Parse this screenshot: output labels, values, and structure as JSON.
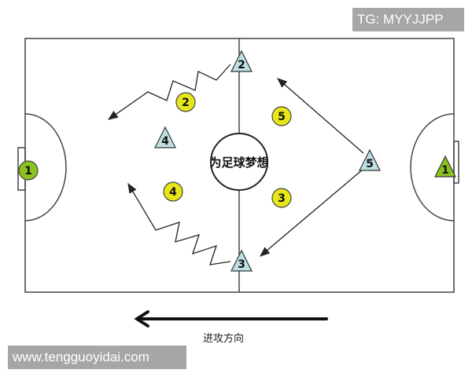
{
  "watermark_top": "TG: MYYJJPP",
  "watermark_bottom": "www.tengguoyidai.com",
  "direction_label": "进攻方向",
  "logo_text": "为足球梦想",
  "colors": {
    "circle_player": "#e6e619",
    "triangle_player": "#bfe0e2",
    "goalkeeper": "#8cc21e",
    "line": "#333333"
  },
  "circle_team": [
    {
      "label": "1",
      "role": "goalkeeper"
    },
    {
      "label": "2"
    },
    {
      "label": "5"
    },
    {
      "label": "4"
    },
    {
      "label": "3"
    }
  ],
  "triangle_team": [
    {
      "label": "1",
      "role": "goalkeeper"
    },
    {
      "label": "2"
    },
    {
      "label": "4"
    },
    {
      "label": "5"
    },
    {
      "label": "3"
    }
  ]
}
